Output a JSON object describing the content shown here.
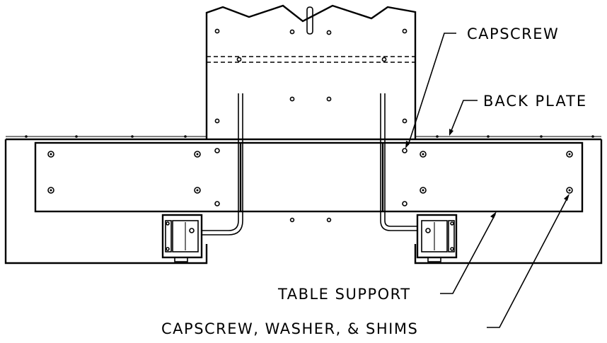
{
  "labels": {
    "capscrew": "CAPSCREW",
    "back_plate": "BACK PLATE",
    "table_support": "TABLE SUPPORT",
    "capscrew_washer_shims": "CAPSCREW, WASHER, & SHIMS"
  },
  "colors": {
    "line": "#000000",
    "background": "#ffffff"
  }
}
